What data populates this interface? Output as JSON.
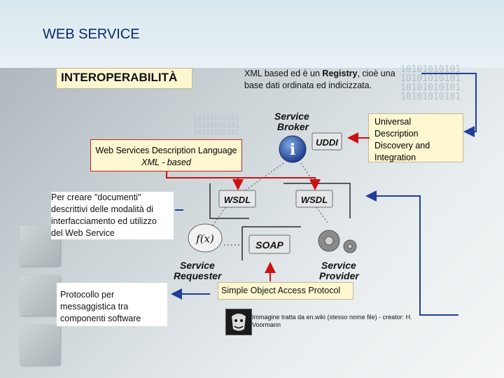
{
  "slide": {
    "title": "WEB SERVICE",
    "interoperability": "INTEROPERABILITÀ"
  },
  "registry_note": {
    "line1_pre": "XML based ed è un ",
    "line1_bold": "Registry",
    "line1_post": ", cioè una",
    "line2": "base dati ordinata ed indicizzata."
  },
  "uddi_expansion": {
    "line1": "Universal",
    "line2": "Description",
    "line3": "Discovery and",
    "line4": "Integration"
  },
  "wsdl_expansion": {
    "line1": "Web Services Description Language",
    "line2": "XML - based"
  },
  "wsdl_note": {
    "line1": "Per creare \"documenti\"",
    "line2": "descrittivi delle modalità di",
    "line3": "interfacciamento ed utilizzo",
    "line4": "del Web Service"
  },
  "soap_note": {
    "line1": "Protocollo per",
    "line2": "messaggistica tra",
    "line3": "componenti software"
  },
  "soap_expansion": "Simple Object Access Protocol",
  "diagram": {
    "broker_line1": "Service",
    "broker_line2": "Broker",
    "uddi": "UDDI",
    "info_symbol": "i",
    "wsdl_left": "WSDL",
    "wsdl_right": "WSDL",
    "function_symbol": "f(x)",
    "soap": "SOAP",
    "requester_line1": "Service",
    "requester_line2": "Requester",
    "provider_line1": "Service",
    "provider_line2": "Provider",
    "binary_text": "10101010101"
  },
  "credit": {
    "line1": "Immagine tratta da en.wiki (stesso nome file) - creator: H.",
    "line2": "Voormann"
  },
  "colors": {
    "title": "#0b2a6d",
    "box_fill": "#fdf7d2",
    "arrow_red": "#cc1111",
    "arrow_blue": "#1f3f9a"
  },
  "icons": [
    "info-icon",
    "gear-icon",
    "gnu-logo",
    "document-icon"
  ]
}
